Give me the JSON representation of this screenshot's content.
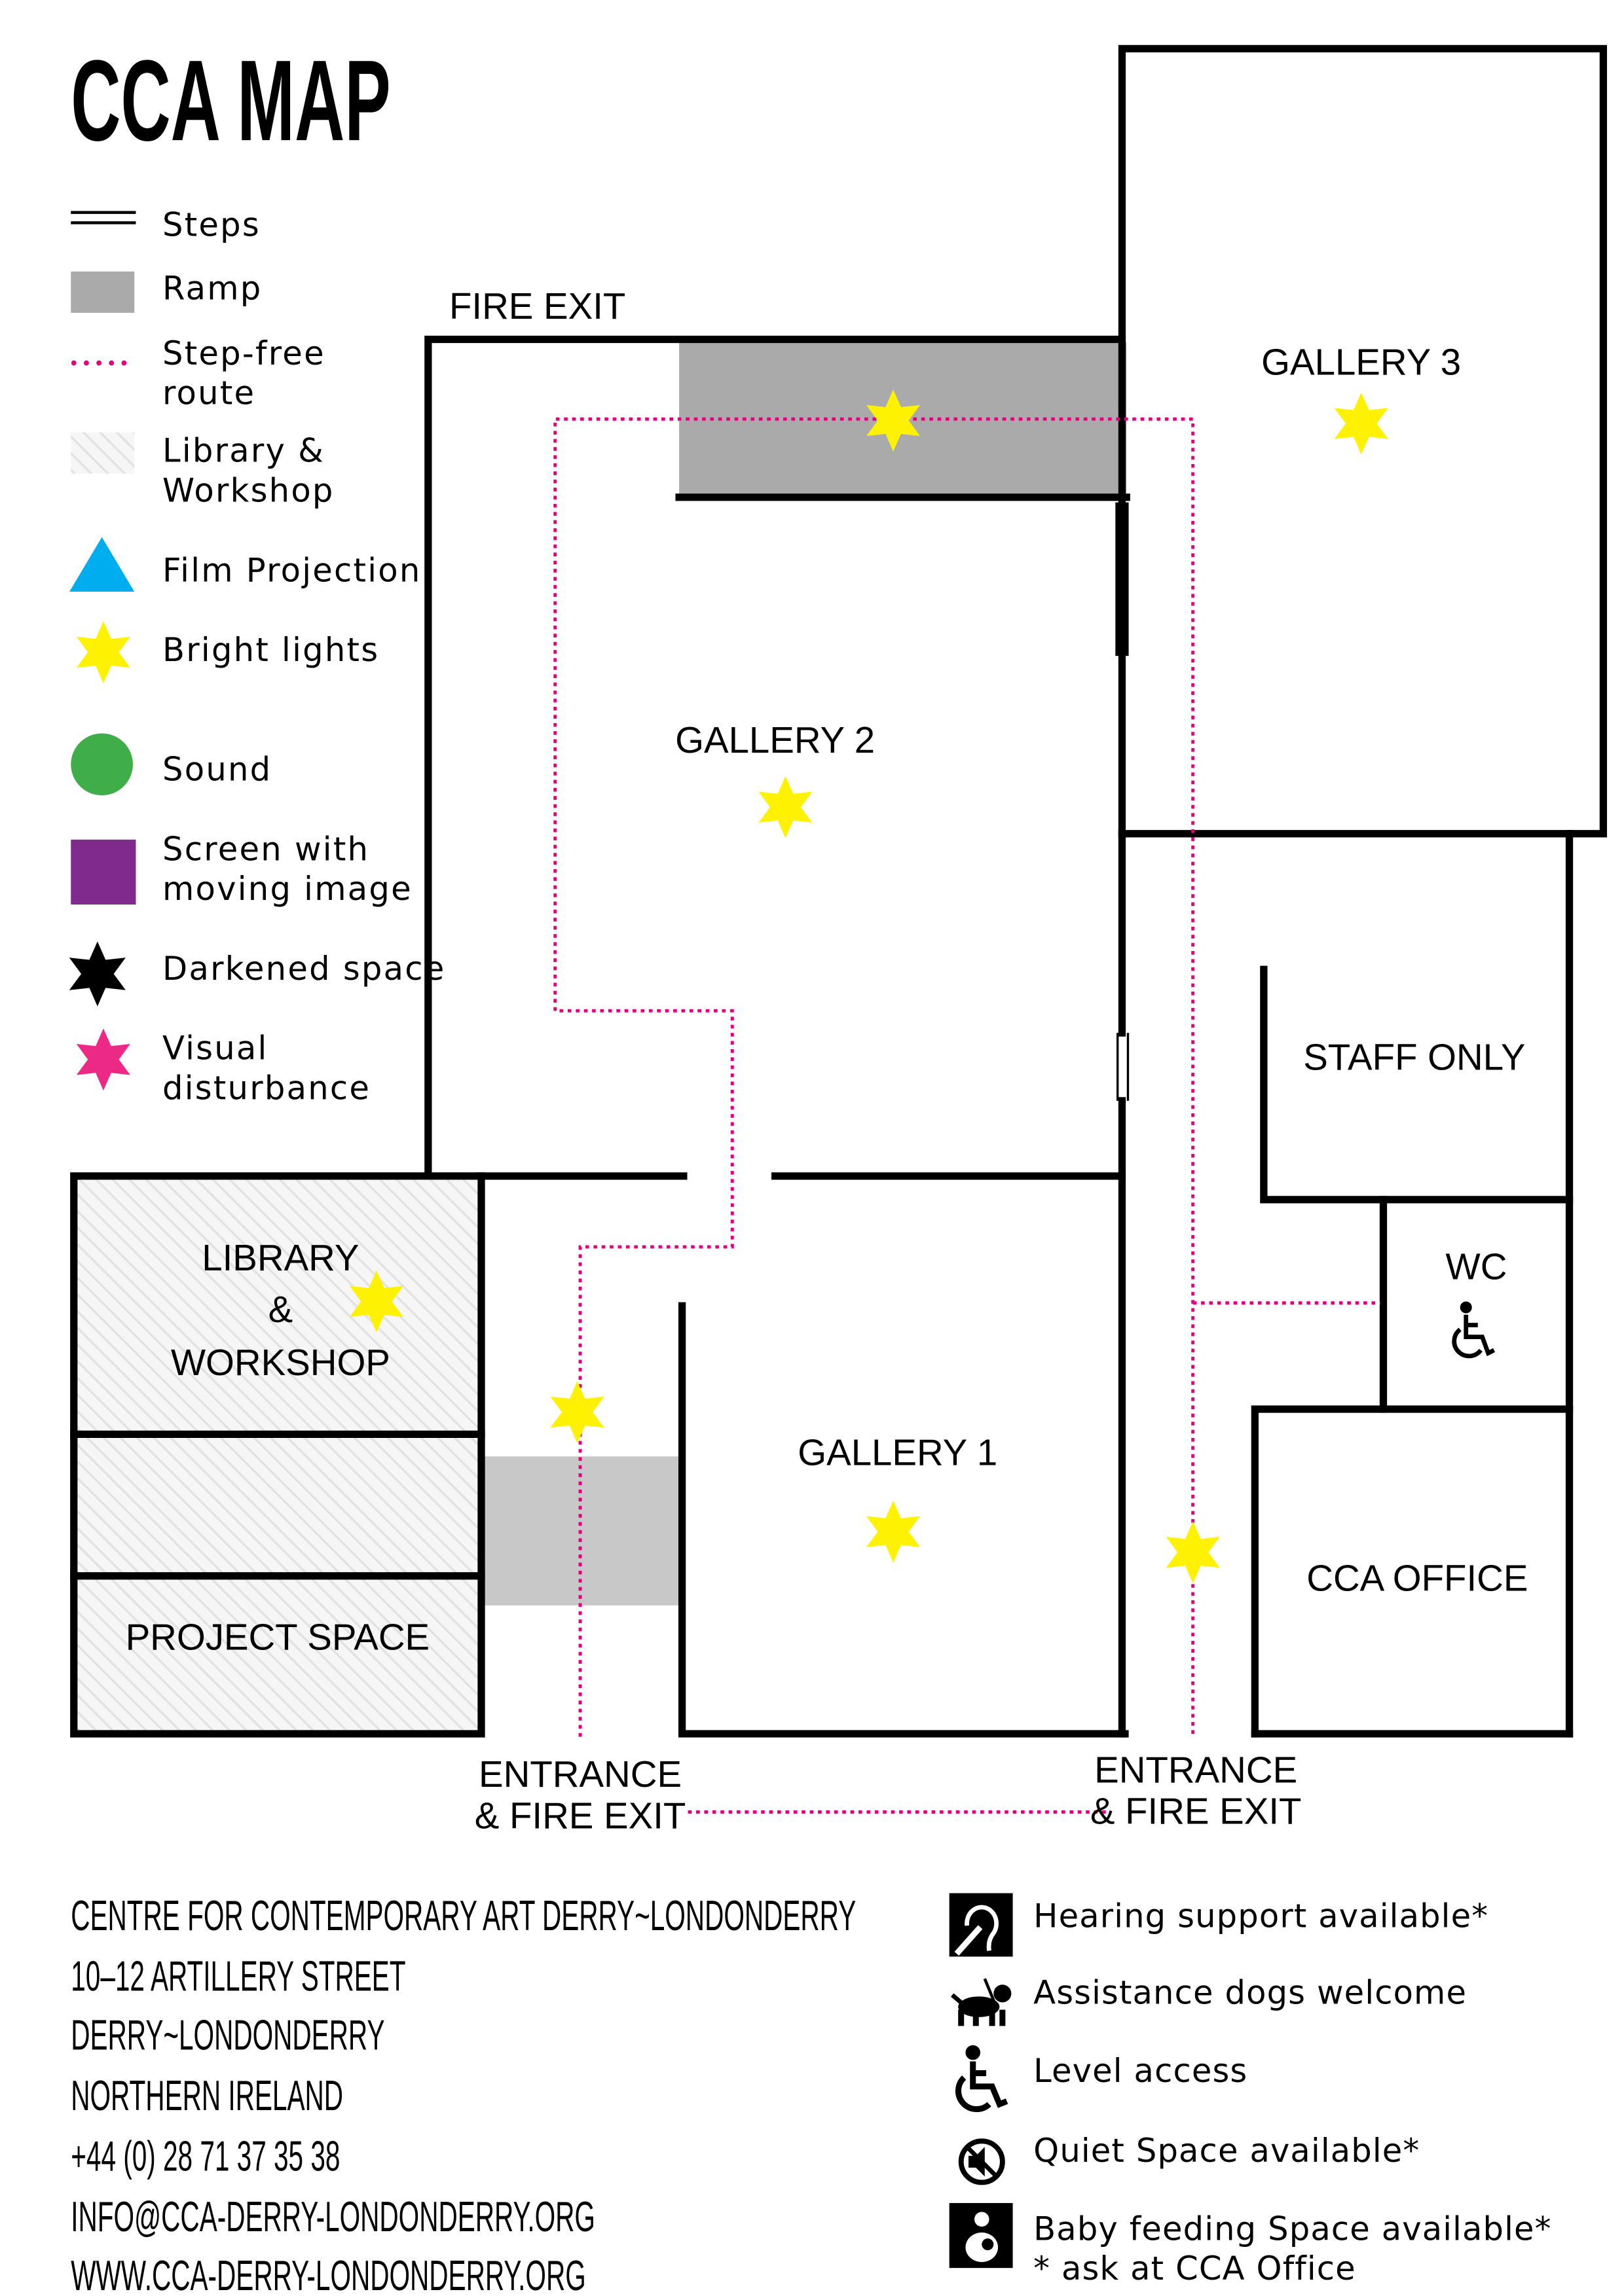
{
  "title": "CCA MAP",
  "legend": [
    {
      "label1": "Steps",
      "label2": "",
      "icon": "steps-icon"
    },
    {
      "label1": "Ramp",
      "label2": "",
      "icon": "ramp-icon"
    },
    {
      "label1": "Step-free",
      "label2": "route",
      "icon": "step-free-route-icon"
    },
    {
      "label1": "Library &",
      "label2": "Workshop",
      "icon": "hatch-icon"
    },
    {
      "label1": "Film Projection",
      "label2": "",
      "icon": "triangle-icon"
    },
    {
      "label1": "Bright lights",
      "label2": "",
      "icon": "yellow-star-icon"
    },
    {
      "label1": "Sound",
      "label2": "",
      "icon": "green-circle-icon"
    },
    {
      "label1": "Screen with",
      "label2": "moving image",
      "icon": "purple-square-icon"
    },
    {
      "label1": "Darkened space",
      "label2": "",
      "icon": "black-star-icon"
    },
    {
      "label1": "Visual",
      "label2": "disturbance",
      "icon": "pink-star-icon"
    }
  ],
  "colors": {
    "ramp": "#aaaaaa",
    "route": "#e6007e",
    "film": "#00aeef",
    "bright": "#fff200",
    "sound": "#3fae49",
    "screen": "#7f2a8c",
    "visual": "#ec2a85"
  },
  "map": {
    "fire_exit": "FIRE EXIT",
    "gallery3": "GALLERY 3",
    "gallery2": "GALLERY 2",
    "gallery1": "GALLERY 1",
    "library": [
      "LIBRARY",
      "&",
      "WORKSHOP"
    ],
    "project_space": "PROJECT SPACE",
    "staff_only": "STAFF ONLY",
    "wc": "WC",
    "cca_office": "CCA OFFICE",
    "entrance_left": [
      "ENTRANCE",
      "& FIRE EXIT"
    ],
    "entrance_right": [
      "ENTRANCE",
      "& FIRE EXIT"
    ]
  },
  "address": [
    "CENTRE FOR CONTEMPORARY ART DERRY~LONDONDERRY",
    "10–12 ARTILLERY STREET",
    "DERRY~LONDONDERRY",
    "NORTHERN IRELAND",
    "+44 (0) 28 71 37 35 38",
    "INFO@CCA-DERRY-LONDONDERRY.ORG",
    "WWW.CCA-DERRY-LONDONDERRY.ORG"
  ],
  "access": [
    {
      "label": "Hearing support available*",
      "icon": "hearing-loop-icon"
    },
    {
      "label": "Assistance dogs welcome",
      "icon": "assistance-dog-icon"
    },
    {
      "label": "Level access",
      "icon": "wheelchair-icon"
    },
    {
      "label": "Quiet Space available*",
      "icon": "quiet-space-icon"
    },
    {
      "label": "Baby feeding Space available*",
      "icon": "baby-feeding-icon"
    }
  ],
  "access_note": "* ask at CCA Office"
}
